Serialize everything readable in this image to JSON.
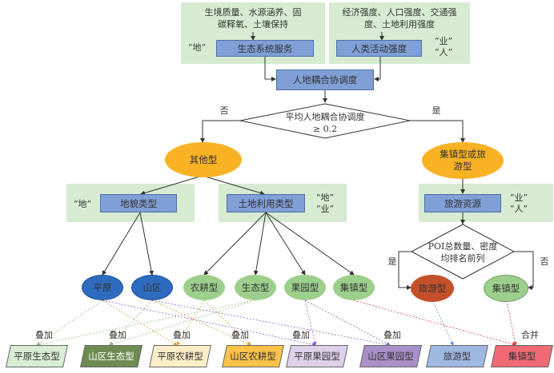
{
  "top": {
    "eco_panel_text": "生境质量、水源涵养、固碳释氧、土壤保持",
    "eco_panel_line1": "生境质量、水源涵养、固",
    "eco_panel_line2": "碳释氧、土壤保持",
    "eco_tag": "“地”",
    "eco_box": "生态系统服务",
    "human_panel_line1": "经济强度、人口强度、交通强",
    "human_panel_line2": "度、土地利用强度",
    "human_tag1": "“业”",
    "human_tag2": "“人”",
    "human_box": "人类活动强度",
    "coupling_box": "人地耦合协调度"
  },
  "decision1": {
    "line1": "平均人地耦合协调度",
    "line2": "≥ 0.2",
    "no_label": "否",
    "yes_label": "是"
  },
  "branches": {
    "other": "其他型",
    "town_tour_line1": "集镇型或旅",
    "town_tour_line2": "游型"
  },
  "middle": {
    "landform_tag": "“地”",
    "landform_box": "地貌类型",
    "landuse_box": "土地利用类型",
    "landuse_tag1": "“地”",
    "landuse_tag2": "“业”",
    "tourism_box": "旅游资源",
    "tourism_tag1": "“业”",
    "tourism_tag2": "“人”"
  },
  "decision2": {
    "line1": "POI总数量、密度",
    "line2": "均排名前列",
    "yes_label": "是",
    "no_label": "否"
  },
  "nodes": {
    "plain": "平原",
    "mountain": "山区",
    "farming": "农耕型",
    "ecology": "生态型",
    "orchard": "果园型",
    "town": "集镇型",
    "tourism": "旅游型",
    "town2": "集镇型"
  },
  "op_labels": [
    "叠加",
    "叠加",
    "叠加",
    "叠加",
    "叠加",
    "叠加",
    "合并"
  ],
  "results": [
    {
      "label": "平原生态型",
      "color": "#d9ecd4"
    },
    {
      "label": "山区生态型",
      "color": "#6e8c52"
    },
    {
      "label": "平原农耕型",
      "color": "#fdeec8"
    },
    {
      "label": "山区农耕型",
      "color": "#fcc24a"
    },
    {
      "label": "平原果园型",
      "color": "#ddd0e8"
    },
    {
      "label": "山区果园型",
      "color": "#a990c9"
    },
    {
      "label": "旅游型",
      "color": "#9fb8e2"
    },
    {
      "label": "集镇型",
      "color": "#ef6a74"
    }
  ],
  "colors": {
    "panel": "#d6ebd1",
    "box": "#7f9fd6",
    "orange": "#f9b224",
    "blue_node": "#2e6bbf",
    "green_node": "#9ccf8c",
    "tourism_node": "#c4502a"
  }
}
